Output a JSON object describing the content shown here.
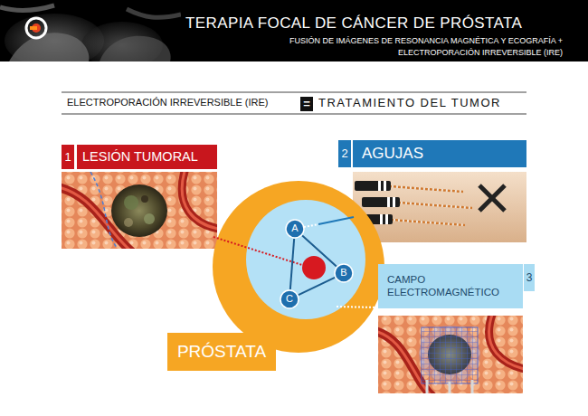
{
  "diagram": {
    "title": "TERAPIA FOCAL DE CÁNCER DE PRÓSTATA",
    "nodes": [
      {
        "text": [
          "="
        ]
      },
      {
        "text": [
          "1"
        ]
      },
      {
        "text": [
          "LESIÓN TUMORAL"
        ]
      },
      {
        "text": [
          "2"
        ]
      },
      {
        "text": [
          "AGUJAS"
        ]
      },
      {
        "text": [
          "A"
        ]
      },
      {
        "text": [
          "B"
        ]
      },
      {
        "text": [
          "C"
        ]
      },
      {
        "text": [
          "CAMPO ELECTROMAGNÉTICO"
        ]
      },
      {
        "text": [
          "3"
        ]
      },
      {
        "text": [
          "PRÓSTATA"
        ]
      }
    ],
    "edges": [
      {
        "from": 5,
        "to": 6,
        "arrow": "none"
      },
      {
        "from": 6,
        "to": 7,
        "arrow": "none"
      },
      {
        "from": 7,
        "to": 5,
        "arrow": "none"
      }
    ],
    "labels": [
      "FUSIÓN DE IMÁGENES DE RESONANCIA MAGNÉTICA Y ECOGRAFÍA +",
      "ELECTROPORACIÓN IRREVERSIBLE (IRE)",
      "ELECTROPORACIÓN IRREVERSIBLE (IRE)",
      "TRATAMIENTO DEL TUMOR"
    ]
  }
}
